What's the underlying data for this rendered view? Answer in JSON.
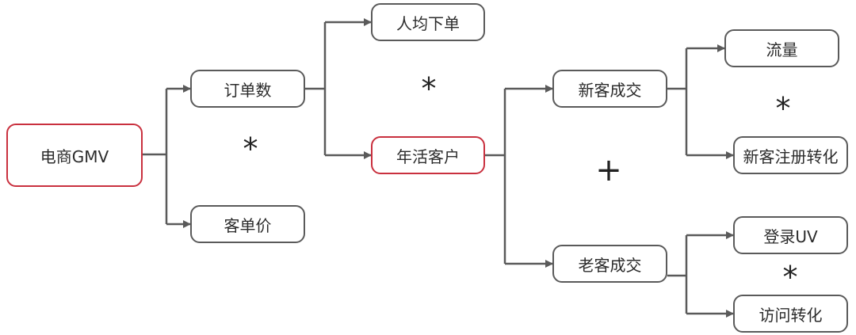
{
  "colors": {
    "line": "#5a5a5a",
    "highlight": "#c9303e"
  },
  "nodes": {
    "gmv": "电商GMV",
    "orders": "订单数",
    "aov": "客单价",
    "orders_per_user": "人均下单",
    "active_customers": "年活客户",
    "new_deals": "新客成交",
    "old_deals": "老客成交",
    "traffic": "流量",
    "new_reg_conv": "新客注册转化",
    "login_uv": "登录UV",
    "visit_conv": "访问转化"
  },
  "operators": {
    "op1": "*",
    "op2": "*",
    "op3": "+",
    "op4": "*",
    "op5": "*"
  }
}
